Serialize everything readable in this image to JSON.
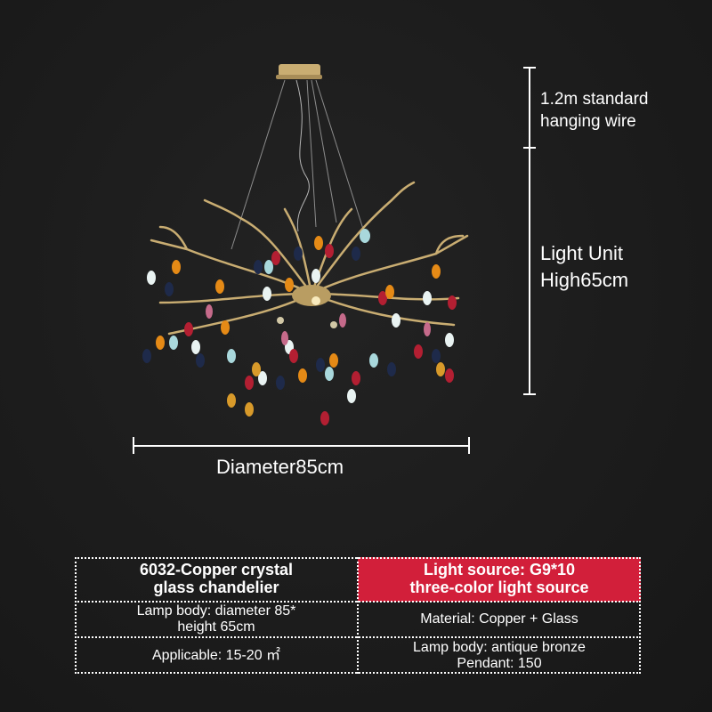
{
  "dimensions": {
    "hanging_wire": {
      "line1": "1.2m standard",
      "line2": "hanging wire"
    },
    "height": {
      "line1": "Light Unit",
      "line2": "High65cm"
    },
    "diameter": "Diameter85cm"
  },
  "product_image": {
    "subject": "multicolor glass teardrop branch chandelier",
    "colors": {
      "branch": "#c9ad72",
      "drop_colors": [
        "#e9f3f2",
        "#a9d8dc",
        "#1e2a4a",
        "#b31f32",
        "#e58a16",
        "#d89a2a",
        "#c56a8a"
      ]
    }
  },
  "spec_table": {
    "colors": {
      "accent": "#d21f3a",
      "border": "#ffffff"
    },
    "rows": [
      {
        "left": {
          "line1": "6032-Copper crystal",
          "line2": "glass chandelier"
        },
        "right": {
          "line1": "Light source: G9*10",
          "line2": "three-color light source"
        }
      },
      {
        "left": {
          "line1": "Lamp body: diameter 85*",
          "line2": "height 65cm"
        },
        "right": {
          "line1": "Material: Copper + Glass",
          "line2": ""
        }
      },
      {
        "left": {
          "line1": "Applicable: 15-20 ㎡",
          "line2": ""
        },
        "right": {
          "line1": "Lamp body: antique bronze",
          "line2": "Pendant: 150"
        }
      }
    ]
  }
}
